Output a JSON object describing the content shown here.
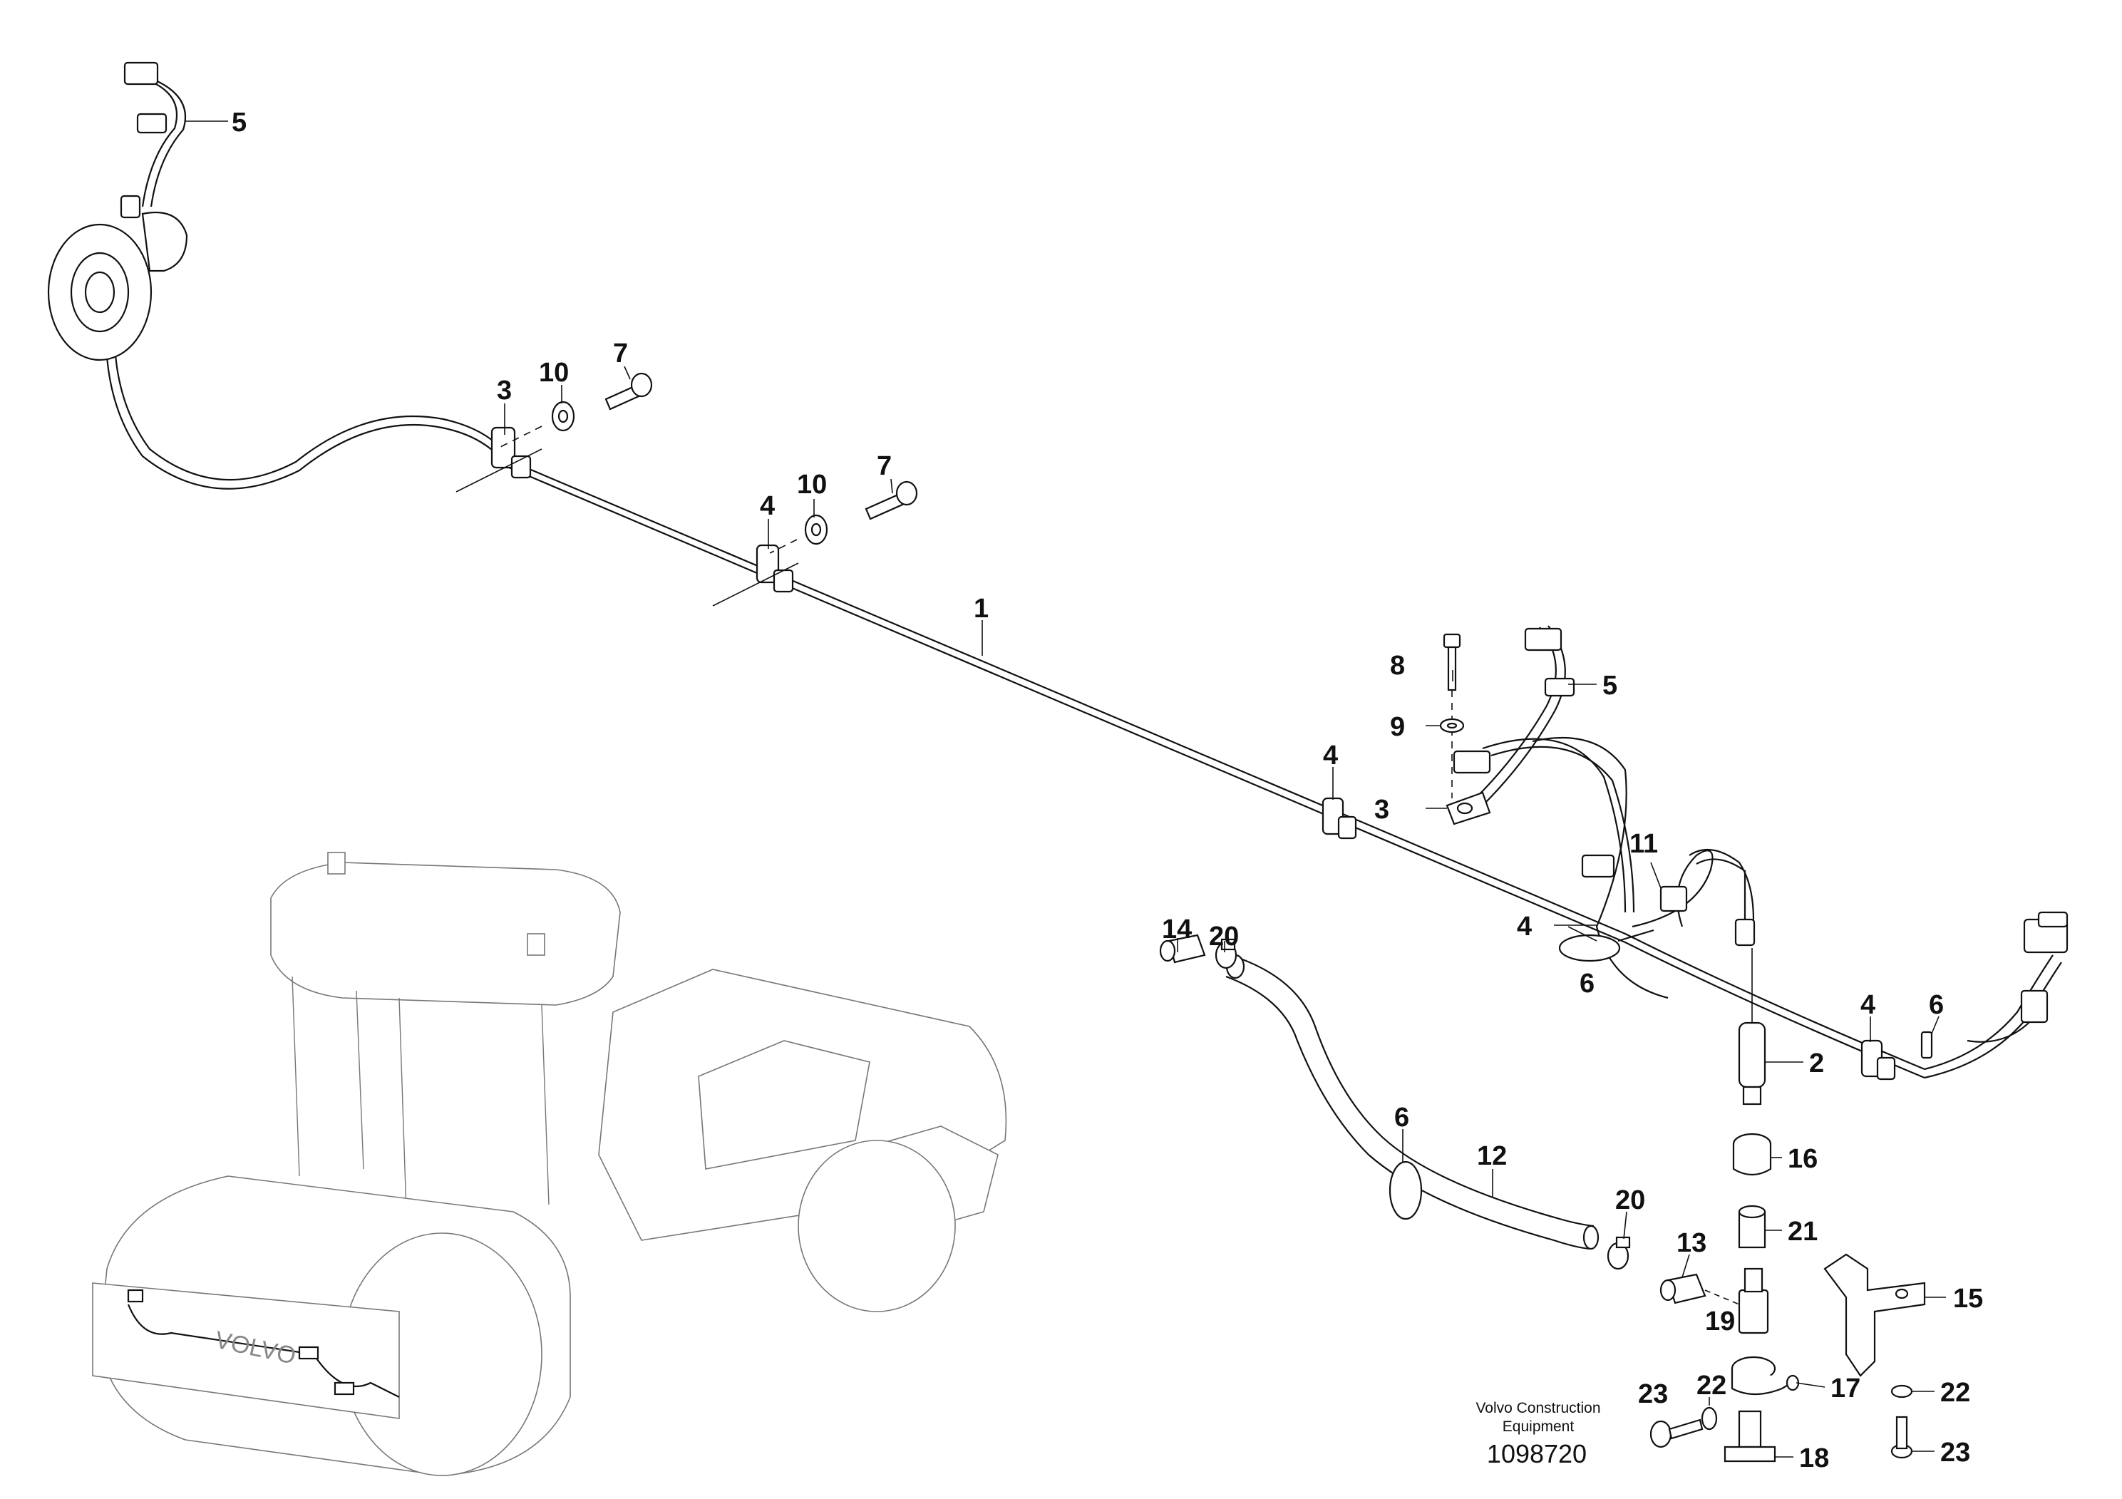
{
  "callouts": {
    "c1": "1",
    "c2": "2",
    "c3a": "3",
    "c3b": "3",
    "c4a": "4",
    "c4b": "4",
    "c4c": "4",
    "c4d": "4",
    "c5a": "5",
    "c5b": "5",
    "c6a": "6",
    "c6b": "6",
    "c6c": "6",
    "c7a": "7",
    "c7b": "7",
    "c8": "8",
    "c9": "9",
    "c10a": "10",
    "c10b": "10",
    "c11": "11",
    "c12": "12",
    "c13": "13",
    "c14": "14",
    "c15": "15",
    "c16": "16",
    "c17": "17",
    "c18": "18",
    "c19": "19",
    "c20a": "20",
    "c20b": "20",
    "c21": "21",
    "c22a": "22",
    "c22b": "22",
    "c23a": "23",
    "c23b": "23"
  },
  "caption": {
    "line1": "Volvo Construction",
    "line2": "Equipment",
    "doc_number": "1098720"
  },
  "logo_text": "VOLVO"
}
